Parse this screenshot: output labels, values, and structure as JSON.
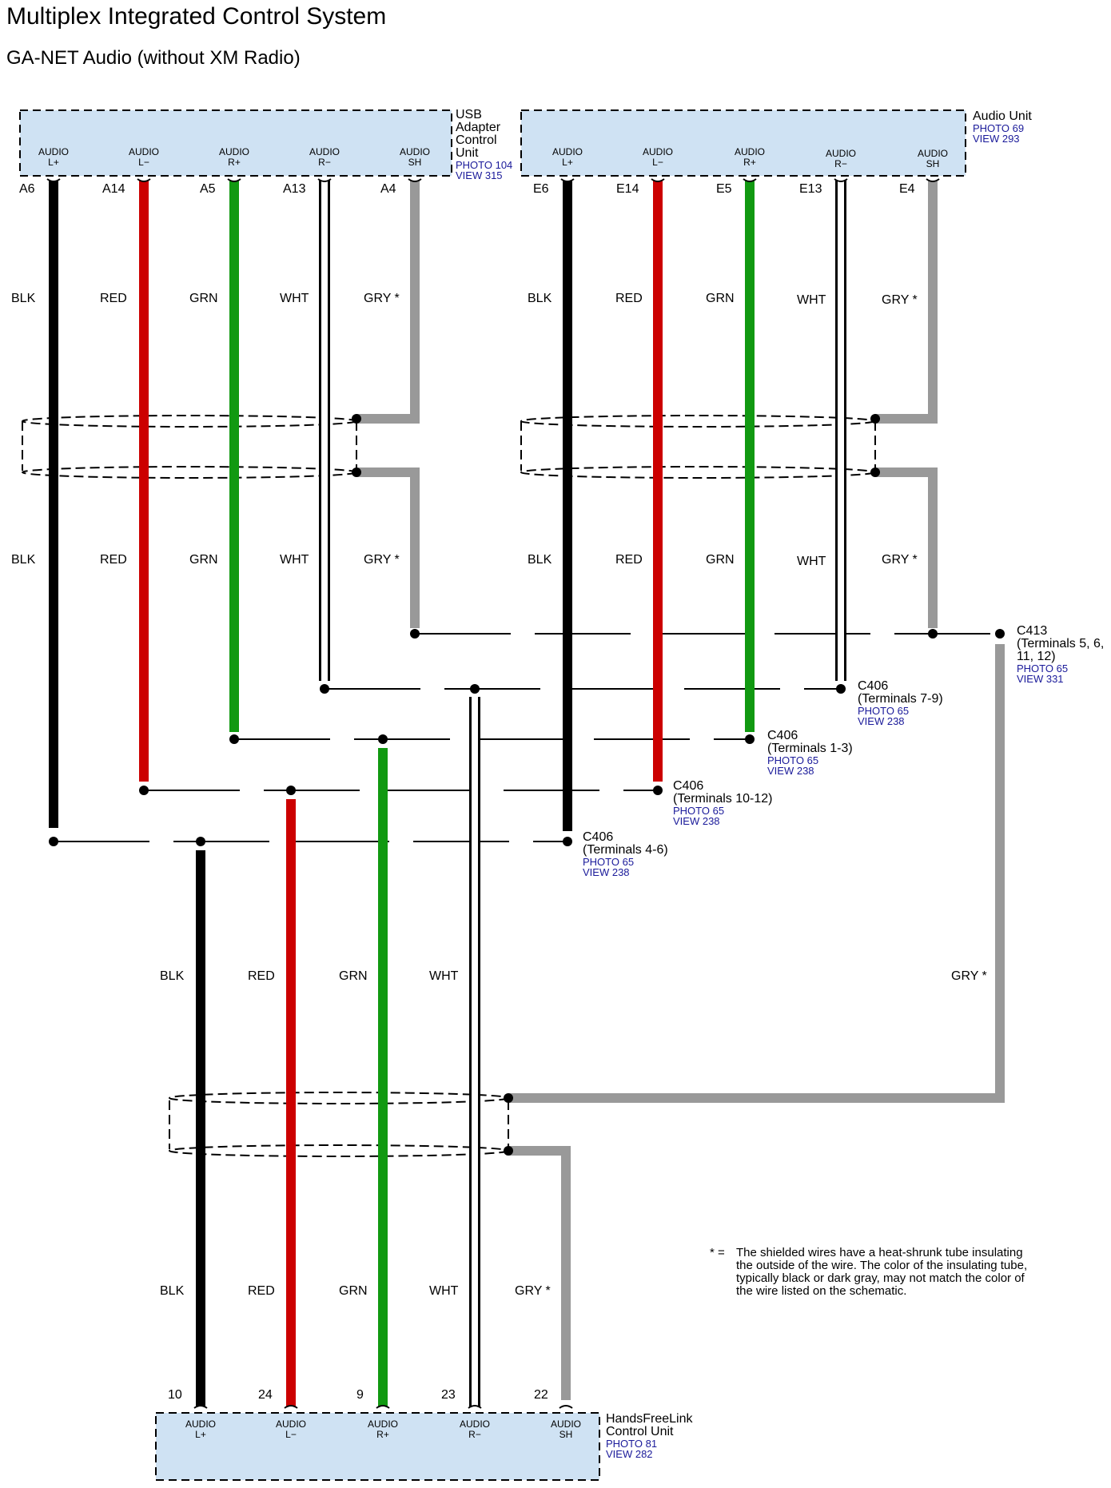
{
  "title": "Multiplex Integrated Control System",
  "subtitle": "GA-NET Audio (without XM Radio)",
  "colors": {
    "BLK": "#000000",
    "RED": "#cc0000",
    "GRN": "#119911",
    "WHT": "#ffffff",
    "GRY": "#999999",
    "box_fill": "#cfe2f3",
    "ref_text": "#1a1a9a"
  },
  "components": {
    "usb": {
      "name_lines": [
        "USB",
        "Adapter",
        "Control",
        "Unit"
      ],
      "photo": "PHOTO 104",
      "view": "VIEW 315",
      "pins": [
        {
          "top": "AUDIO",
          "bottom": "L+",
          "terminal": "A6"
        },
        {
          "top": "AUDIO",
          "bottom": "L−",
          "terminal": "A14"
        },
        {
          "top": "AUDIO",
          "bottom": "R+",
          "terminal": "A5"
        },
        {
          "top": "AUDIO",
          "bottom": "R−",
          "terminal": "A13"
        },
        {
          "top": "AUDIO",
          "bottom": "SH",
          "terminal": "A4"
        }
      ]
    },
    "audio": {
      "name_lines": [
        "Audio Unit"
      ],
      "photo": "PHOTO 69",
      "view": "VIEW 293",
      "pins": [
        {
          "top": "AUDIO",
          "bottom": "L+",
          "terminal": "E6"
        },
        {
          "top": "AUDIO",
          "bottom": "L−",
          "terminal": "E14"
        },
        {
          "top": "AUDIO",
          "bottom": "R+",
          "terminal": "E5"
        },
        {
          "top": "AUDIO",
          "bottom": "R−",
          "terminal": "E13"
        },
        {
          "top": "AUDIO",
          "bottom": "SH",
          "terminal": "E4"
        }
      ]
    },
    "hfl": {
      "name_lines": [
        "HandsFreeLink",
        "Control Unit"
      ],
      "photo": "PHOTO 81",
      "view": "VIEW 282",
      "pins": [
        {
          "top": "AUDIO",
          "bottom": "L+",
          "terminal": "10"
        },
        {
          "top": "AUDIO",
          "bottom": "L−",
          "terminal": "24"
        },
        {
          "top": "AUDIO",
          "bottom": "R+",
          "terminal": "9"
        },
        {
          "top": "AUDIO",
          "bottom": "R−",
          "terminal": "23"
        },
        {
          "top": "AUDIO",
          "bottom": "SH",
          "terminal": "22"
        }
      ]
    }
  },
  "wire_labels": {
    "usb_upper": [
      "BLK",
      "RED",
      "GRN",
      "WHT",
      "GRY *"
    ],
    "usb_lower": [
      "BLK",
      "RED",
      "GRN",
      "WHT",
      "GRY *"
    ],
    "audio_upper": [
      "BLK",
      "RED",
      "GRN",
      "WHT",
      "GRY *"
    ],
    "audio_lower": [
      "BLK",
      "RED",
      "GRN",
      "WHT",
      "GRY *"
    ],
    "hfl_upper": [
      "BLK",
      "RED",
      "GRN",
      "WHT"
    ],
    "hfl_lower": [
      "BLK",
      "RED",
      "GRN",
      "WHT",
      "GRY *"
    ],
    "right_gry": "GRY *"
  },
  "connectors": {
    "c413": {
      "name": "C413",
      "lines": [
        "(Terminals 5, 6,",
        "11, 12)"
      ],
      "photo": "PHOTO 65",
      "view": "VIEW 331"
    },
    "c406_wht": {
      "name": "C406",
      "lines": [
        "(Terminals 7-9)"
      ],
      "photo": "PHOTO 65",
      "view": "VIEW 238"
    },
    "c406_grn": {
      "name": "C406",
      "lines": [
        "(Terminals 1-3)"
      ],
      "photo": "PHOTO 65",
      "view": "VIEW 238"
    },
    "c406_red": {
      "name": "C406",
      "lines": [
        "(Terminals 10-12)"
      ],
      "photo": "PHOTO 65",
      "view": "VIEW 238"
    },
    "c406_blk": {
      "name": "C406",
      "lines": [
        "(Terminals 4-6)"
      ],
      "photo": "PHOTO 65",
      "view": "VIEW 238"
    }
  },
  "note": {
    "marker": "* =",
    "lines": [
      "The shielded wires have a heat-shrunk tube insulating",
      "the outside of the wire. The color of the insulating tube,",
      "typically black or dark gray, may not match the color of",
      "the wire listed on the schematic."
    ]
  }
}
